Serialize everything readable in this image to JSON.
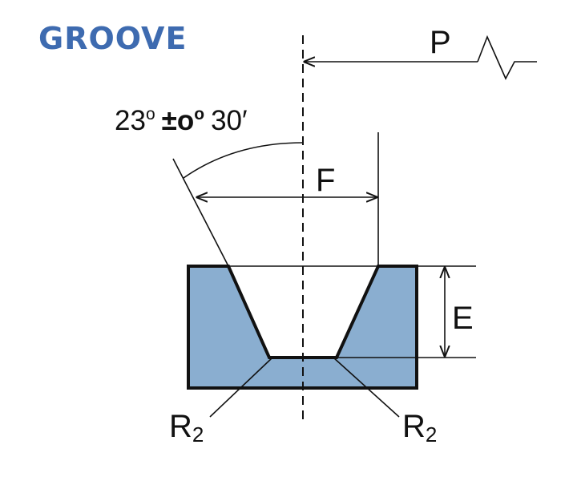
{
  "title": "GROOVE",
  "labels": {
    "p": "P",
    "f": "F",
    "e": "E",
    "angle_main": "23",
    "angle_deg1": "o",
    "angle_pm": "±",
    "angle_zero": "o",
    "angle_deg2": "o",
    "angle_min": "30′",
    "r_base": "R",
    "r_sub": "2"
  },
  "colors": {
    "title": "#3e6bb0",
    "fill": "#8aaed0",
    "line": "#111111"
  }
}
